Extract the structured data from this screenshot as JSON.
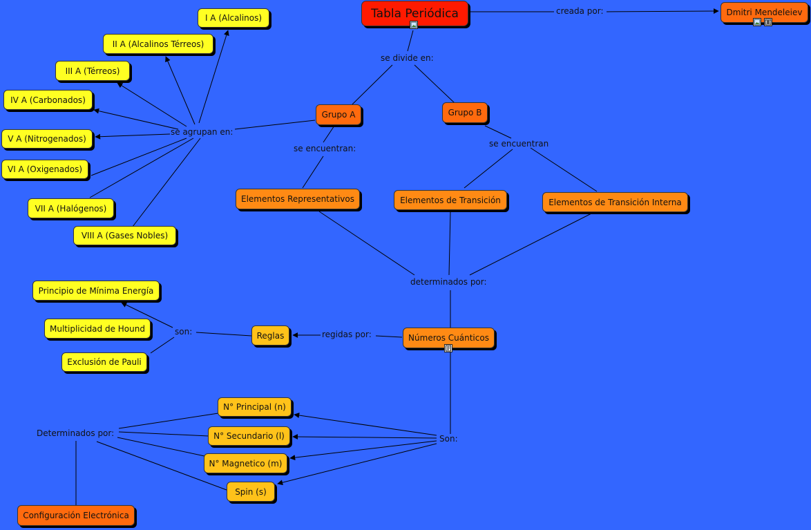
{
  "root": {
    "title": "Tabla Periódica",
    "created_by_link": "creada por:",
    "creator": "Dmitri Mendeleiev"
  },
  "division": {
    "link": "se divide en:",
    "group_a": "Grupo A",
    "group_b": "Grupo B",
    "group_a_link": "se encuentran:",
    "group_b_link": "se encuentran"
  },
  "groups": {
    "link": "se agrupan en:",
    "families": [
      "I A (Alcalinos)",
      "II A (Alcalinos Térreos)",
      "III A (Térreos)",
      "IV A (Carbonados)",
      "V A (Nitrogenados)",
      "VI A (Oxigenados)",
      "VII A (Halógenos)",
      "VIII A (Gases Nobles)"
    ]
  },
  "elements": {
    "representativos": "Elementos Representativos",
    "transicion": "Elementos de Transición",
    "transicion_interna": "Elementos de Transición Interna",
    "link": "determinados por:"
  },
  "quantum": {
    "title": "Números Cuánticos",
    "rules_link": "regidas por:",
    "rules": "Reglas",
    "rules_are": "son:",
    "rule_items": [
      "Principio de Mínima Energía",
      "Multiplicidad de Hound",
      "Exclusión de Pauli"
    ],
    "are_link": "Son:",
    "numbers": [
      "N° Principal (n)",
      "N° Secundario (l)",
      "N° Magnetico (m)",
      "Spin (s)"
    ],
    "determined_link": "Determinados por:",
    "config": "Configuración Electrónica"
  },
  "colors": {
    "background": "#3366ff",
    "root": "#ff1a00",
    "family": "#ffff22",
    "element": "#ff8a14",
    "quantum": "#ffc21a"
  },
  "icons": [
    "image-icon",
    "film-icon",
    "document-icon"
  ]
}
